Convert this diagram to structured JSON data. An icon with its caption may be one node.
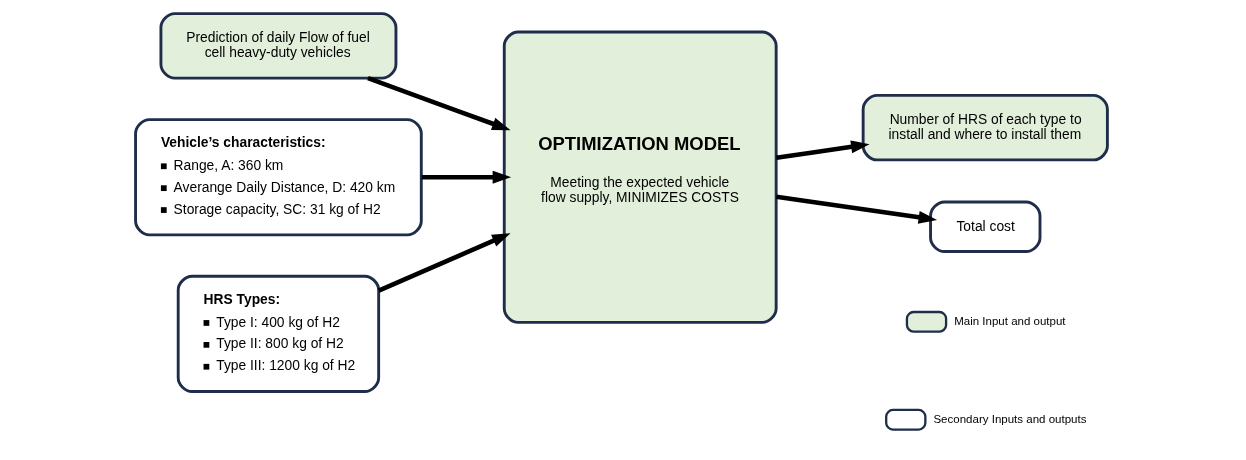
{
  "diagram": {
    "nodes": [
      {
        "text": [
          "Prediction of daily Flow of fuel cell heavy-duty vehicles"
        ]
      },
      {
        "text": [
          "Vehicle’s characteristics:",
          "Range, A: 360 km",
          "Averange Daily Distance, D: 420 km",
          "Storage capacity, SC: 31 kg of H2"
        ]
      },
      {
        "text": [
          "HRS Types:",
          "Type I: 400 kg of H2",
          "Type II: 800 kg of H2",
          "Type III: 1200 kg of H2"
        ]
      },
      {
        "text": [
          "OPTIMIZATION MODEL",
          "Meeting the expected vehicle flow supply, MINIMIZES COSTS"
        ]
      },
      {
        "text": [
          "Number of HRS of each type to install and where to install them"
        ]
      },
      {
        "text": [
          "Total cost"
        ]
      }
    ],
    "edges": [
      {
        "from": 0,
        "to": 3,
        "arrow": "to"
      },
      {
        "from": 1,
        "to": 3,
        "arrow": "to"
      },
      {
        "from": 2,
        "to": 3,
        "arrow": "to"
      },
      {
        "from": 3,
        "to": 4,
        "arrow": "to"
      },
      {
        "from": 3,
        "to": 5,
        "arrow": "to"
      }
    ],
    "legend": [
      {
        "text": "Main Input and output",
        "color": "#e2efda"
      },
      {
        "text": "Secondary Inputs and outputs",
        "color": "#ffffff"
      }
    ]
  }
}
